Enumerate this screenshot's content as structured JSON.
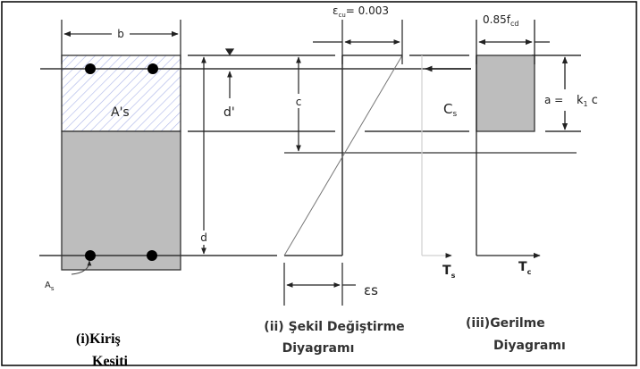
{
  "section": {
    "title_line1": "(i)Kiriş",
    "title_line2": "Kesiti",
    "width_label": "b",
    "compression_steel_label": "A's",
    "compression_steel_main": "A",
    "compression_steel_sup": "'",
    "compression_steel_sub": "s",
    "tension_steel_main": "A",
    "tension_steel_sub": "s",
    "d_prime_label": "d'",
    "d_label": "d",
    "c_label": "c"
  },
  "strain": {
    "title_line1": "(ii) Şekil Değiştirme",
    "title_line2": "Diyagramı",
    "ecu_symbol": "ε",
    "ecu_sub": "cu",
    "ecu_value": "= 0.003",
    "es_label": "εs"
  },
  "stress": {
    "title_line1": "(iii)Gerilme",
    "title_line2": "Diyagramı",
    "fcd_label": "0.85f",
    "fcd_sub": "cd",
    "a_label": "a =",
    "k1c_k": "k",
    "k1c_sub": "1",
    "k1c_c": " c",
    "cs_main": "C",
    "cs_sub": "s",
    "ts_main": "T",
    "ts_sub": "s",
    "tc_main": "T",
    "tc_sub": "c"
  },
  "colors": {
    "concrete_fill": "#bdbdbd",
    "hatch": "#aab4e8",
    "line": "#222222",
    "guide": "#d0d0d0"
  }
}
